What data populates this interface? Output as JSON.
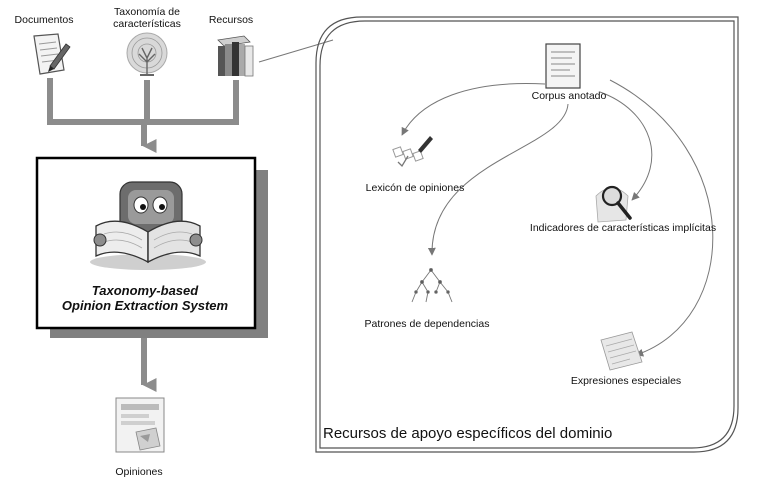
{
  "inputs": {
    "documents": "Documentos",
    "taxonomy_line1": "Taxonomía de",
    "taxonomy_line2": "características",
    "resources": "Recursos"
  },
  "system": {
    "title_line1": "Taxonomy-based",
    "title_line2": "Opinion Extraction System"
  },
  "output": {
    "label": "Opiniones"
  },
  "domain_resources": {
    "title": "Recursos de apoyo específicos del dominio",
    "corpus": "Corpus anotado",
    "lexicon": "Lexicón de opiniones",
    "implicit_indicators": "Indicadores de características implícitas",
    "dependency_patterns": "Patrones de dependencias",
    "special_expressions": "Expresiones especiales"
  },
  "colors": {
    "connector": "#8c8c8c",
    "shadow": "#808080",
    "border": "#000000",
    "region_border": "#555555"
  }
}
